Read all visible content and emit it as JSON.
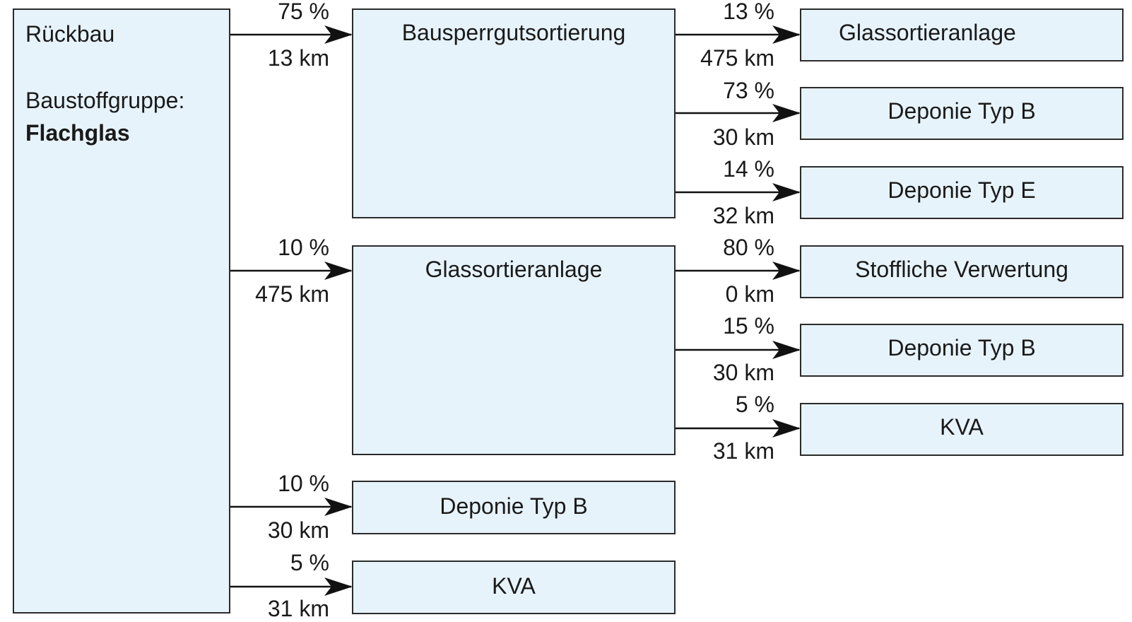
{
  "source": {
    "title": "Rückbau",
    "group_label": "Baustoffgruppe:",
    "group_value": "Flachglas"
  },
  "level1": [
    {
      "name": "Bausperrgutsortierung",
      "percent": "75 %",
      "distance": "13 km"
    },
    {
      "name": "Glassortieranlage",
      "percent": "10 %",
      "distance": "475 km"
    },
    {
      "name": "Deponie Typ B",
      "percent": "10 %",
      "distance": "30 km"
    },
    {
      "name": "KVA",
      "percent": "5 %",
      "distance": "31 km"
    }
  ],
  "level2_from_bausperrgut": [
    {
      "name": "Glassortieranlage",
      "percent": "13 %",
      "distance": "475 km"
    },
    {
      "name": "Deponie Typ B",
      "percent": "73 %",
      "distance": "30 km"
    },
    {
      "name": "Deponie Typ E",
      "percent": "14 %",
      "distance": "32 km"
    }
  ],
  "level2_from_glassortier": [
    {
      "name": "Stoffliche Verwertung",
      "percent": "80 %",
      "distance": "0 km"
    },
    {
      "name": "Deponie Typ B",
      "percent": "15 %",
      "distance": "30 km"
    },
    {
      "name": "KVA",
      "percent": "5 %",
      "distance": "31 km"
    }
  ],
  "colors": {
    "box_fill": "#e7f3fb",
    "border": "#2b2b2b",
    "arrow": "#111111"
  }
}
